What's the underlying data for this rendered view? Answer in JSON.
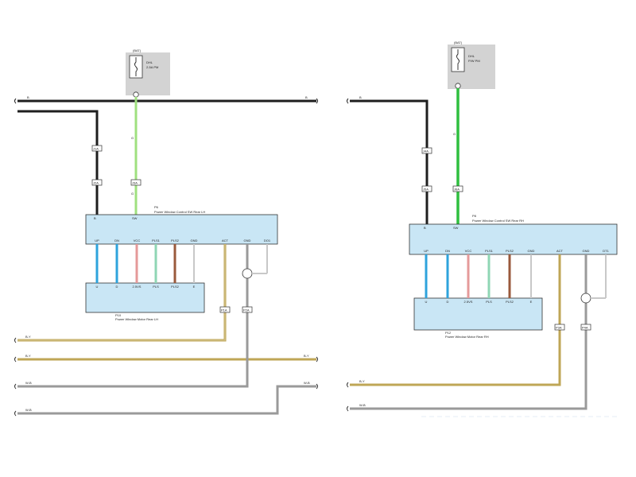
{
  "colors": {
    "black": "#1e1e1e",
    "green": "#2fbf3f",
    "green_light": "#9fe07f",
    "blue": "#2ea3dc",
    "gray": "#7d7d7d",
    "gray_light": "#c8c8c8",
    "tan": "#bfa656",
    "pink": "#e59a9a",
    "mint": "#8fd6b4",
    "brown": "#9a5a3c",
    "box_fill": "#c9e6f5",
    "fuse_fill": "#d3d3d3"
  },
  "left": {
    "fuse": {
      "supply": "(BAT)",
      "name": "DHL",
      "rating": "2-5A PM"
    },
    "bus_tag": "B",
    "wire_tags": {
      "b_top": "B",
      "b_right": "B",
      "g_left": "G",
      "g_right": "G"
    },
    "connectors": {
      "c1": "J1A",
      "c2": "J2A",
      "c3": "J3A",
      "c4": "P1A",
      "c5": "P2A"
    },
    "switch": {
      "id": "P6",
      "title": "Power Window Control SW Rear LH",
      "top_pins": [
        "B",
        "SW"
      ],
      "bottom_pins": [
        "UP",
        "DN",
        "VCC",
        "PLS1",
        "PLS2",
        "GND",
        "ACT",
        "GND",
        "DO1"
      ]
    },
    "motor": {
      "id": "P10",
      "title": "Power Window Motor Rear LH",
      "pins": [
        "U",
        "D",
        "2.5VS",
        "PLS",
        "PLS2",
        "E"
      ]
    },
    "bottom_wires": {
      "w1": "B-Y",
      "w2": "B-Y",
      "w2_right": "B-Y",
      "w3": "W-B",
      "w3_right": "W-B",
      "w4": "W-B"
    }
  },
  "right": {
    "fuse": {
      "supply": "(BAT)",
      "name": "DHL",
      "rating": "P/W PM"
    },
    "bus_tag": "B",
    "wire_tags": {
      "b_top": "B",
      "g_top": "G"
    },
    "connectors": {
      "c1": "J4A",
      "c2": "J5A",
      "c3": "J6A",
      "c4": "P3A",
      "c5": "P4A"
    },
    "switch": {
      "id": "P8",
      "title": "Power Window Control SW Rear RH",
      "top_pins": [
        "B",
        "SW"
      ],
      "bottom_pins": [
        "UP",
        "DN",
        "VCC",
        "PLS1",
        "PLS2",
        "GND",
        "ACT",
        "GND",
        "DT1"
      ]
    },
    "motor": {
      "id": "P12",
      "title": "Power Window Motor Rear RH",
      "pins": [
        "U",
        "D",
        "2.5VS",
        "PLS",
        "PLS2",
        "E"
      ]
    },
    "bottom_wires": {
      "w1": "B-Y",
      "w2": "W-B"
    }
  }
}
